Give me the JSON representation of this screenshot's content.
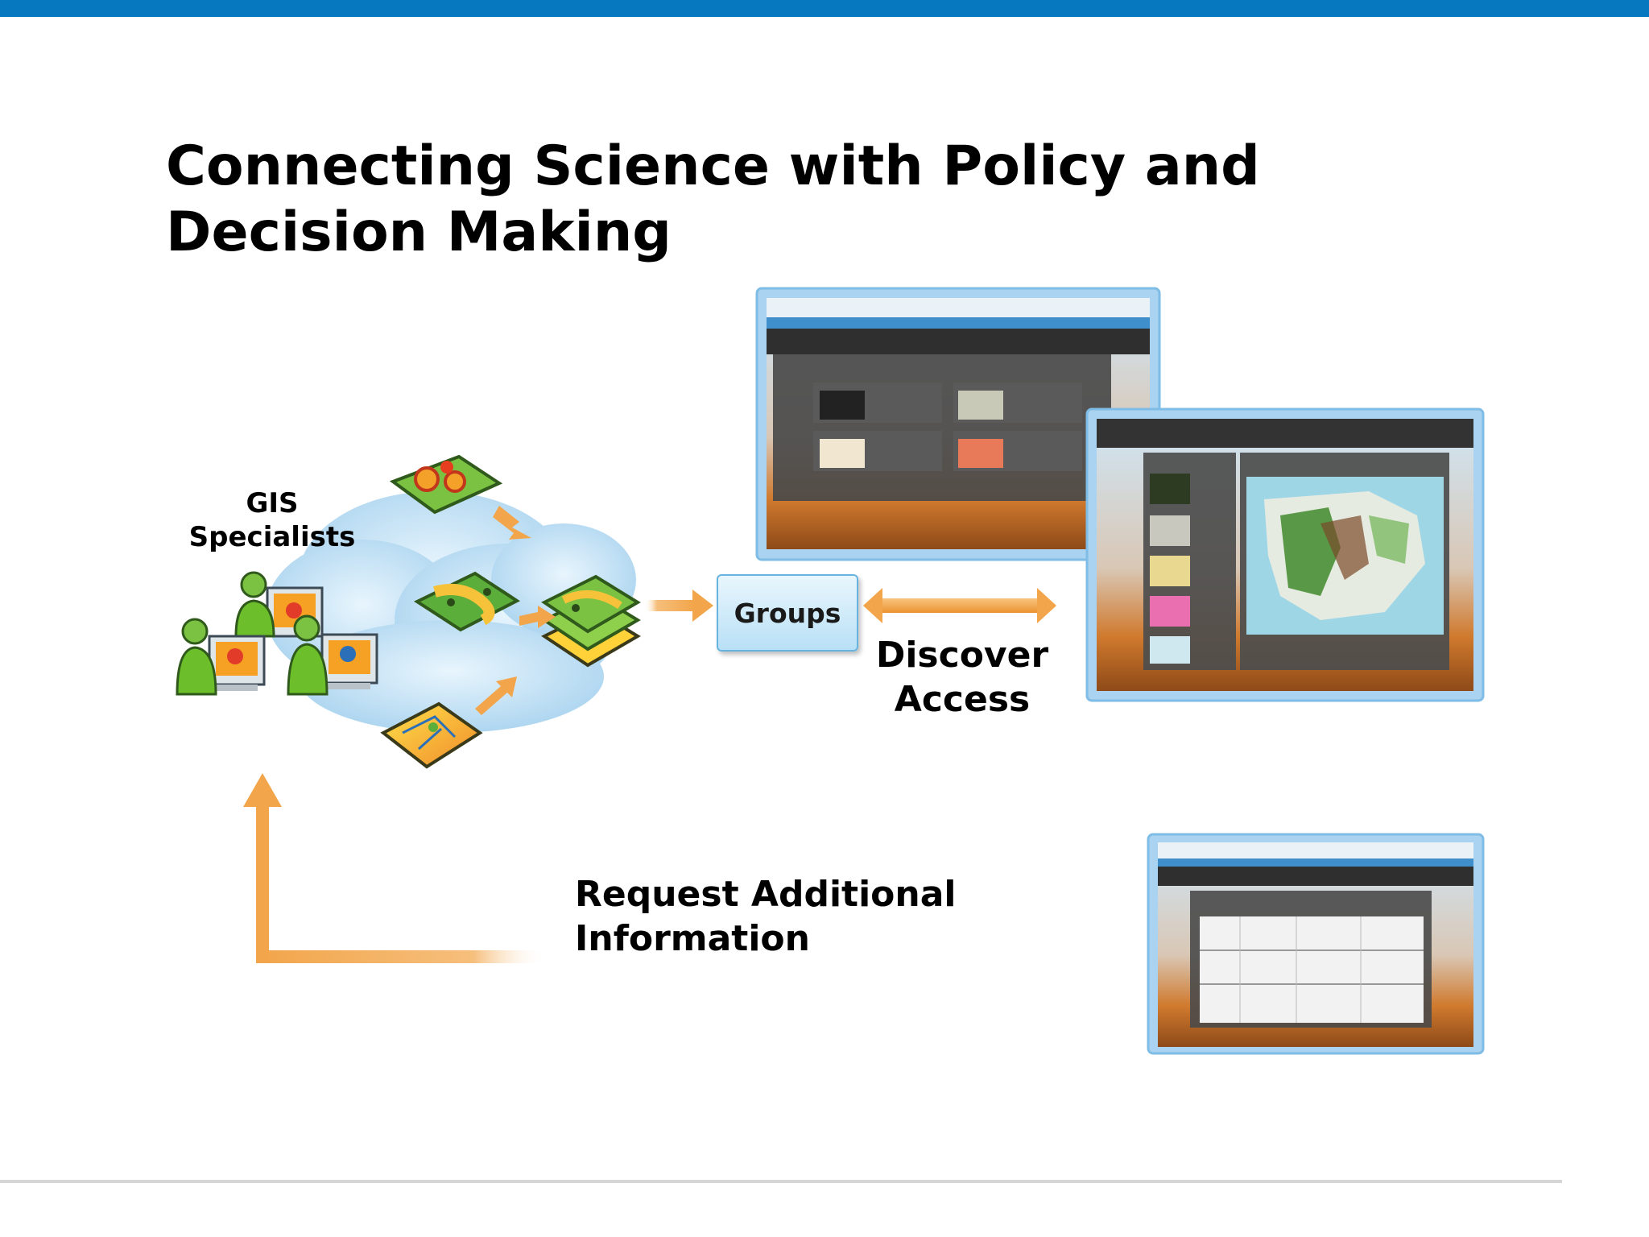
{
  "slide": {
    "title_line1": "Connecting Science with Policy and",
    "title_line2": "Decision Making"
  },
  "labels": {
    "gis_line1": "GIS",
    "gis_line2": "Specialists",
    "groups": "Groups",
    "discover": "Discover",
    "access": "Access",
    "request_line1": "Request Additional",
    "request_line2": "Information"
  },
  "colors": {
    "top_bar": "#0578c0",
    "arrow_orange": "#f2a54a",
    "groups_border": "#66b4df",
    "cloud": "#bfe0f4",
    "person_green": "#6cbf2a",
    "screenshot_frame": "#a9d3f0"
  },
  "icons": [
    "gis-specialists-icon",
    "cloud-icon",
    "map-layer-icon",
    "web-map-screenshot",
    "gallery-screenshot",
    "table-screenshot"
  ]
}
